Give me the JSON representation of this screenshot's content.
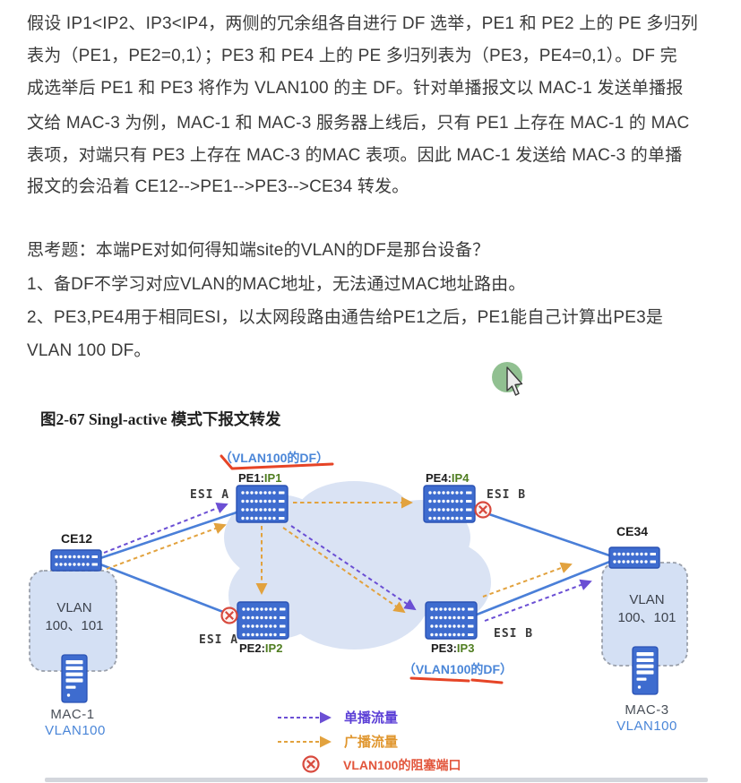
{
  "document": {
    "paragraph1": [
      "假设 IP1<IP2、IP3<IP4，两侧的冗余组各自进行 DF 选举，PE1 和 PE2 上的 PE 多归列",
      "表为（PE1，PE2=0,1）；PE3 和 PE4 上的 PE 多归列表为（PE3，PE4=0,1）。DF 完",
      "成选举后 PE1 和 PE3 将作为 VLAN100 的主 DF。针对单播报文以 MAC-1 发送单播报",
      "文给 MAC-3 为例，MAC-1 和 MAC-3 服务器上线后，只有 PE1 上存在 MAC-1 的 MAC",
      "表项，对端只有 PE3 上存在 MAC-3 的MAC 表项。因此 MAC-1 发送给 MAC-3 的单播",
      "报文的会沿着 CE12-->PE1-->PE3-->CE34 转发。"
    ],
    "thinking": [
      "思考题：本端PE对如何得知端site的VLAN的DF是那台设备？",
      "1、备DF不学习对应VLAN的MAC地址，无法通过MAC地址路由。",
      "2、PE3,PE4用于相同ESI，以太网段路由通告给PE1之后，PE1能自己计算出PE3是",
      "VLAN 100 DF。"
    ],
    "figure_caption": "图2-67  Singl-active 模式下报文转发"
  },
  "diagram": {
    "df_label_top": "（VLAN100的DF）",
    "df_label_bottom": "（VLAN100的DF）",
    "devices": {
      "pe1": {
        "name": "PE1:",
        "ip": "IP1"
      },
      "pe2": {
        "name": "PE2:",
        "ip": "IP2"
      },
      "pe3": {
        "name": "PE3:",
        "ip": "IP3"
      },
      "pe4": {
        "name": "PE4:",
        "ip": "IP4"
      },
      "ce12": "CE12",
      "ce34": "CE34"
    },
    "esi": {
      "a": "ESI A",
      "b": "ESI B"
    },
    "vlan_zone": {
      "line1": "VLAN",
      "line2": "100、101"
    },
    "hosts": {
      "mac1": {
        "name": "MAC-1",
        "vlan": "VLAN100"
      },
      "mac3": {
        "name": "MAC-3",
        "vlan": "VLAN100"
      }
    },
    "legend": {
      "unicast": "单播流量",
      "broadcast": "广播流量",
      "blocked": "VLAN100的阻塞端口"
    },
    "colors": {
      "link_blue": "#4a7fd8",
      "device_blue": "#3e6ccf",
      "cloud_blue": "#dae3f4",
      "vlan_box_blue": "#d4e0f4",
      "unicast_purple": "#6b4fd4",
      "broadcast_orange": "#e2a23e",
      "blocked_red": "#d84a3e",
      "df_label_blue": "#4a86d8",
      "ip_green": "#4f7d20",
      "annotation_red": "#e64426"
    }
  }
}
